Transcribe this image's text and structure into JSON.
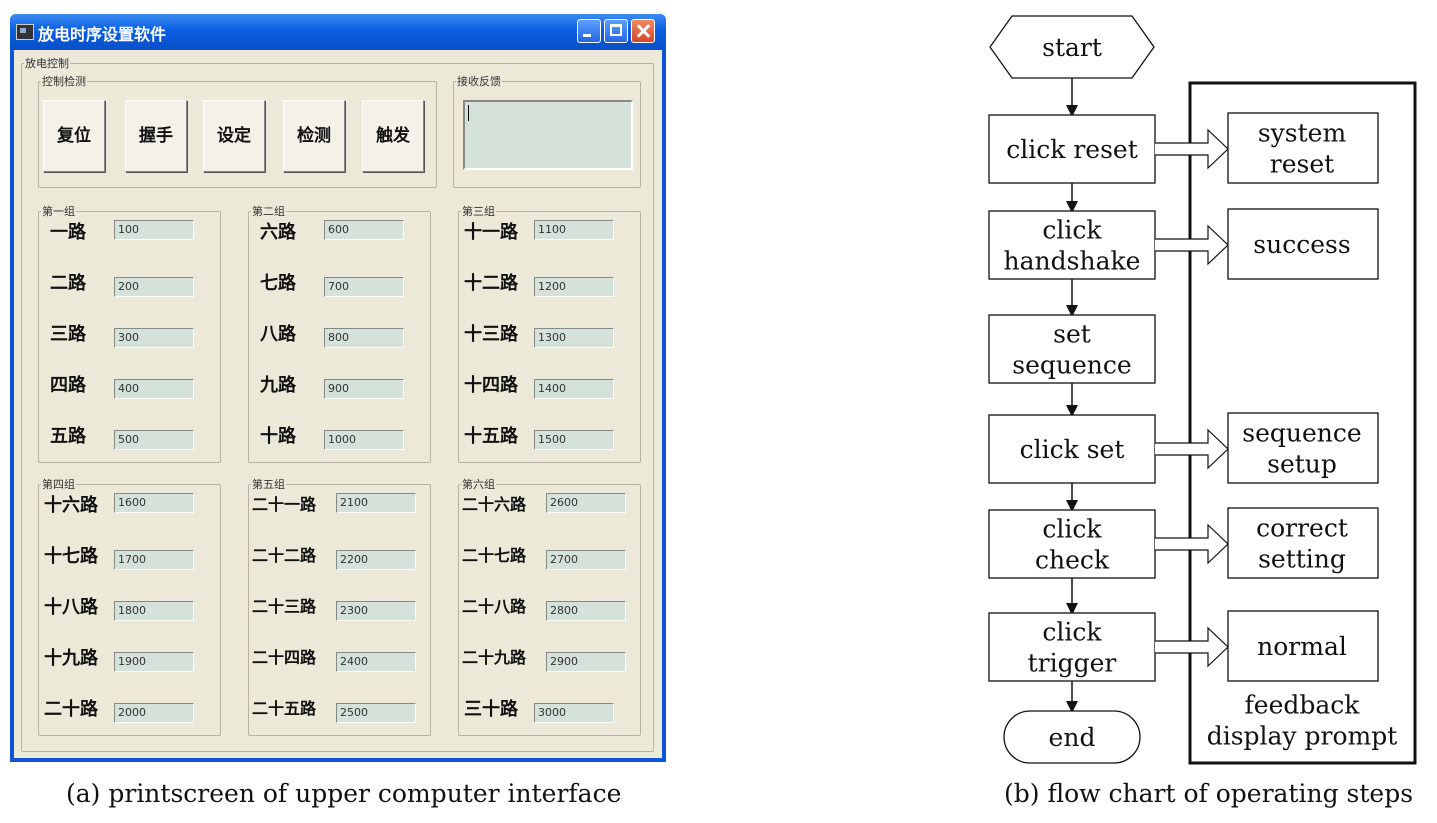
{
  "window": {
    "title": "放电时序设置软件",
    "outer_group": "放电控制",
    "control_group": "控制检测",
    "feedback_group": "接收反馈",
    "buttons": [
      "复位",
      "握手",
      "设定",
      "检测",
      "触发"
    ]
  },
  "groups": [
    {
      "title": "第一组",
      "channels": [
        {
          "label": "一路",
          "value": "100"
        },
        {
          "label": "二路",
          "value": "200"
        },
        {
          "label": "三路",
          "value": "300"
        },
        {
          "label": "四路",
          "value": "400"
        },
        {
          "label": "五路",
          "value": "500"
        }
      ]
    },
    {
      "title": "第二组",
      "channels": [
        {
          "label": "六路",
          "value": "600"
        },
        {
          "label": "七路",
          "value": "700"
        },
        {
          "label": "八路",
          "value": "800"
        },
        {
          "label": "九路",
          "value": "900"
        },
        {
          "label": "十路",
          "value": "1000"
        }
      ]
    },
    {
      "title": "第三组",
      "channels": [
        {
          "label": "十一路",
          "value": "1100"
        },
        {
          "label": "十二路",
          "value": "1200"
        },
        {
          "label": "十三路",
          "value": "1300"
        },
        {
          "label": "十四路",
          "value": "1400"
        },
        {
          "label": "十五路",
          "value": "1500"
        }
      ]
    },
    {
      "title": "第四组",
      "channels": [
        {
          "label": "十六路",
          "value": "1600"
        },
        {
          "label": "十七路",
          "value": "1700"
        },
        {
          "label": "十八路",
          "value": "1800"
        },
        {
          "label": "十九路",
          "value": "1900"
        },
        {
          "label": "二十路",
          "value": "2000"
        }
      ]
    },
    {
      "title": "第五组",
      "channels": [
        {
          "label": "二十一路",
          "value": "2100"
        },
        {
          "label": "二十二路",
          "value": "2200"
        },
        {
          "label": "二十三路",
          "value": "2300"
        },
        {
          "label": "二十四路",
          "value": "2400"
        },
        {
          "label": "二十五路",
          "value": "2500"
        }
      ]
    },
    {
      "title": "第六组",
      "channels": [
        {
          "label": "二十六路",
          "value": "2600"
        },
        {
          "label": "二十七路",
          "value": "2700"
        },
        {
          "label": "二十八路",
          "value": "2800"
        },
        {
          "label": "二十九路",
          "value": "2900"
        },
        {
          "label": "三十路",
          "value": "3000"
        }
      ]
    }
  ],
  "flowchart": {
    "start": "start",
    "steps": [
      {
        "lines": [
          "click reset"
        ],
        "feedback": [
          "system",
          "reset"
        ]
      },
      {
        "lines": [
          "click",
          "handshake"
        ],
        "feedback": [
          "success"
        ]
      },
      {
        "lines": [
          "set",
          "sequence"
        ],
        "feedback": []
      },
      {
        "lines": [
          "click set"
        ],
        "feedback": [
          "sequence",
          "setup"
        ]
      },
      {
        "lines": [
          "click",
          "check"
        ],
        "feedback": [
          "correct",
          "setting"
        ]
      },
      {
        "lines": [
          "click",
          "trigger"
        ],
        "feedback": [
          "normal"
        ]
      }
    ],
    "end": "end",
    "feedback_label": [
      "feedback",
      "display prompt"
    ]
  },
  "captions": {
    "left": "(a) printscreen of upper computer interface",
    "right": "(b) flow chart of operating steps"
  }
}
